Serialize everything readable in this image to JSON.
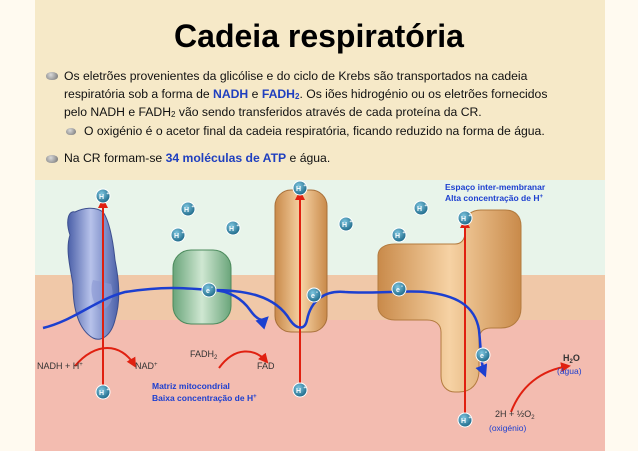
{
  "slide": {
    "title": "Cadeia respiratória",
    "bullet1": {
      "line1": "Os eletrões provenientes da glicólise e do ciclo de Krebs são transportados na cadeia",
      "line2_a": "respiratória sob a forma de ",
      "nadh": "NADH",
      "line2_e": " e ",
      "fadh2": "FADH",
      "sub2": "2",
      "line2_b": ". Os iões hidrogénio ou os eletrões fornecidos",
      "line3_a": "pelo NADH e FADH",
      "line3_b": " vão sendo transferidos através de cada proteína da CR."
    },
    "sub_bullet": "O oxigénio é o acetor final da cadeia respiratória, ficando reduzido na forma de água.",
    "bullet2": {
      "a": "Na CR formam-se ",
      "highlight": "34 moléculas de ATP",
      "b": " e água."
    }
  },
  "diagram": {
    "intermembrane_line1": "Espaço inter-membranar",
    "intermembrane_line2": "Alta concentração de  H",
    "matrix_line1": "Matriz mitocondrial",
    "matrix_line2": "Baixa concentração de H",
    "nadh_h": "NADH + H",
    "nad": "NAD",
    "fadh2": "FADH",
    "fadh2_sub": "2",
    "fad": "FAD",
    "h2o": "H",
    "h2o_sub": "2",
    "h2o_o": "O",
    "agua": "(água)",
    "oxygen_eq": "2H + ½O",
    "oxygen_sub": "2",
    "oxigenio": "(oxigénio)",
    "ion_label": "H",
    "electron_label": "e",
    "plus": "+",
    "minus": "-"
  },
  "colors": {
    "intermembrane": "#e8f4ea",
    "membrane": "#f0c8a8",
    "matrix": "#f3bcb0",
    "ion": "#2f86a8",
    "arrow_blue": "#1c3fd0",
    "arrow_red": "#e02010",
    "highlight": "#1f3fbf"
  }
}
